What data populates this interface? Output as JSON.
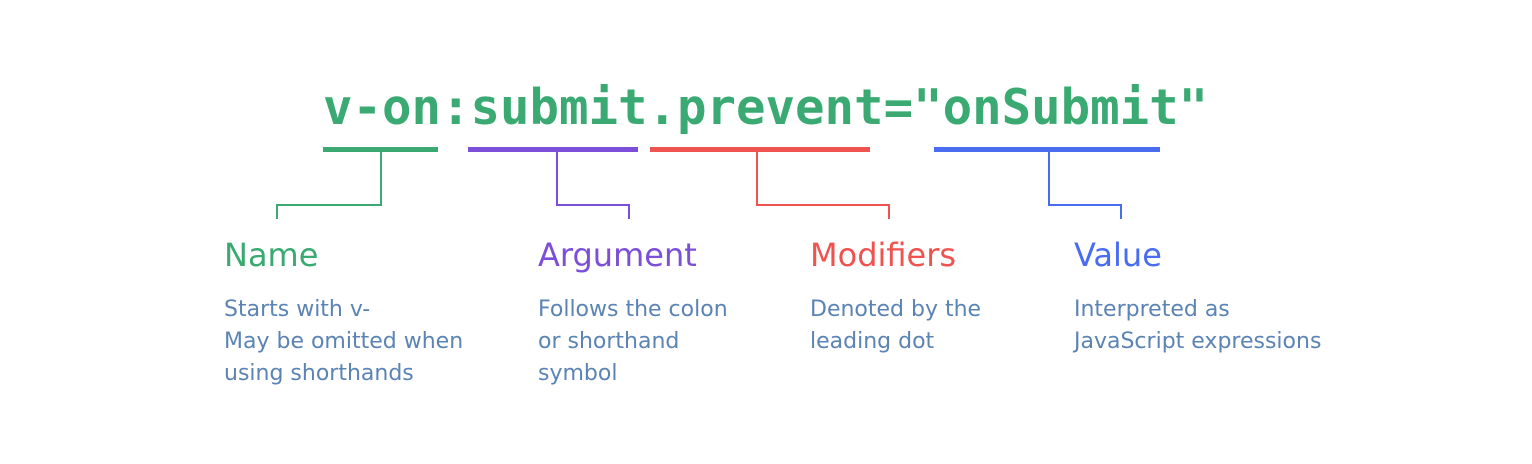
{
  "syntax": {
    "name": "v-on",
    "colon": ":",
    "argument": "submit",
    "modifier": ".prevent",
    "equals_quote_open": "=\"",
    "value": "onSubmit",
    "quote_close": "\""
  },
  "colors": {
    "name": "#3aaa72",
    "argument": "#7c4fd8",
    "modifiers": "#ef5350",
    "value": "#4a6cf0",
    "description": "#5b84b5",
    "background": "#ffffff"
  },
  "parts": [
    {
      "key": "name",
      "label": "Name",
      "description": [
        "Starts with v-",
        "May be omitted when",
        "using shorthands"
      ]
    },
    {
      "key": "argument",
      "label": "Argument",
      "description": [
        "Follows the colon",
        "or shorthand",
        "symbol"
      ]
    },
    {
      "key": "modifiers",
      "label": "Modifiers",
      "description": [
        "Denoted by the",
        "leading dot"
      ]
    },
    {
      "key": "value",
      "label": "Value",
      "description": [
        "Interpreted as",
        "JavaScript expressions"
      ]
    }
  ]
}
